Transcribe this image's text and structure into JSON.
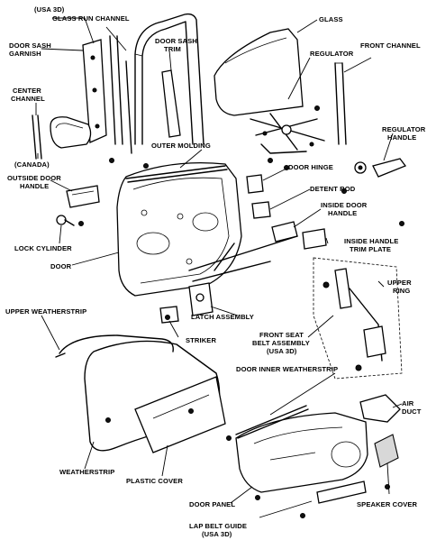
{
  "labels": {
    "usa3d_top": "(USA 3D)",
    "glass_run_channel": "GLASS RUN CHANNEL",
    "glass": "GLASS",
    "door_sash_garnish_1": "DOOR SASH",
    "door_sash_garnish_2": "GARNISH",
    "door_sash_trim_1": "DOOR SASH",
    "door_sash_trim_2": "TRIM",
    "regulator": "REGULATOR",
    "front_channel": "FRONT CHANNEL",
    "center_channel_1": "CENTER",
    "center_channel_2": "CHANNEL",
    "regulator_handle_1": "REGULATOR",
    "regulator_handle_2": "HANDLE",
    "canada": "(CANADA)",
    "outer_molding": "OUTER MOLDING",
    "door_hinge": "DOOR HINGE",
    "outside_door_handle_1": "OUTSIDE DOOR",
    "outside_door_handle_2": "HANDLE",
    "detent_rod": "DETENT ROD",
    "inside_door_handle_1": "INSIDE DOOR",
    "inside_door_handle_2": "HANDLE",
    "lock_cylinder": "LOCK CYLINDER",
    "inside_handle_trim_plate_1": "INSIDE HANDLE",
    "inside_handle_trim_plate_2": "TRIM PLATE",
    "door": "DOOR",
    "upper_ring_1": "UPPER",
    "upper_ring_2": "RING",
    "upper_weatherstrip": "UPPER WEATHERSTRIP",
    "latch_assembly": "LATCH ASSEMBLY",
    "striker": "STRIKER",
    "front_seat_belt_1": "FRONT SEAT",
    "front_seat_belt_2": "BELT ASSEMBLY",
    "front_seat_belt_3": "(USA 3D)",
    "door_inner_weatherstrip": "DOOR INNER WEATHERSTRIP",
    "air_duct_1": "AIR",
    "air_duct_2": "DUCT",
    "weatherstrip": "WEATHERSTRIP",
    "plastic_cover": "PLASTIC COVER",
    "door_panel": "DOOR PANEL",
    "speaker_cover": "SPEAKER COVER",
    "lap_belt_guide_1": "LAP BELT GUIDE",
    "lap_belt_guide_2": "(USA 3D)"
  }
}
